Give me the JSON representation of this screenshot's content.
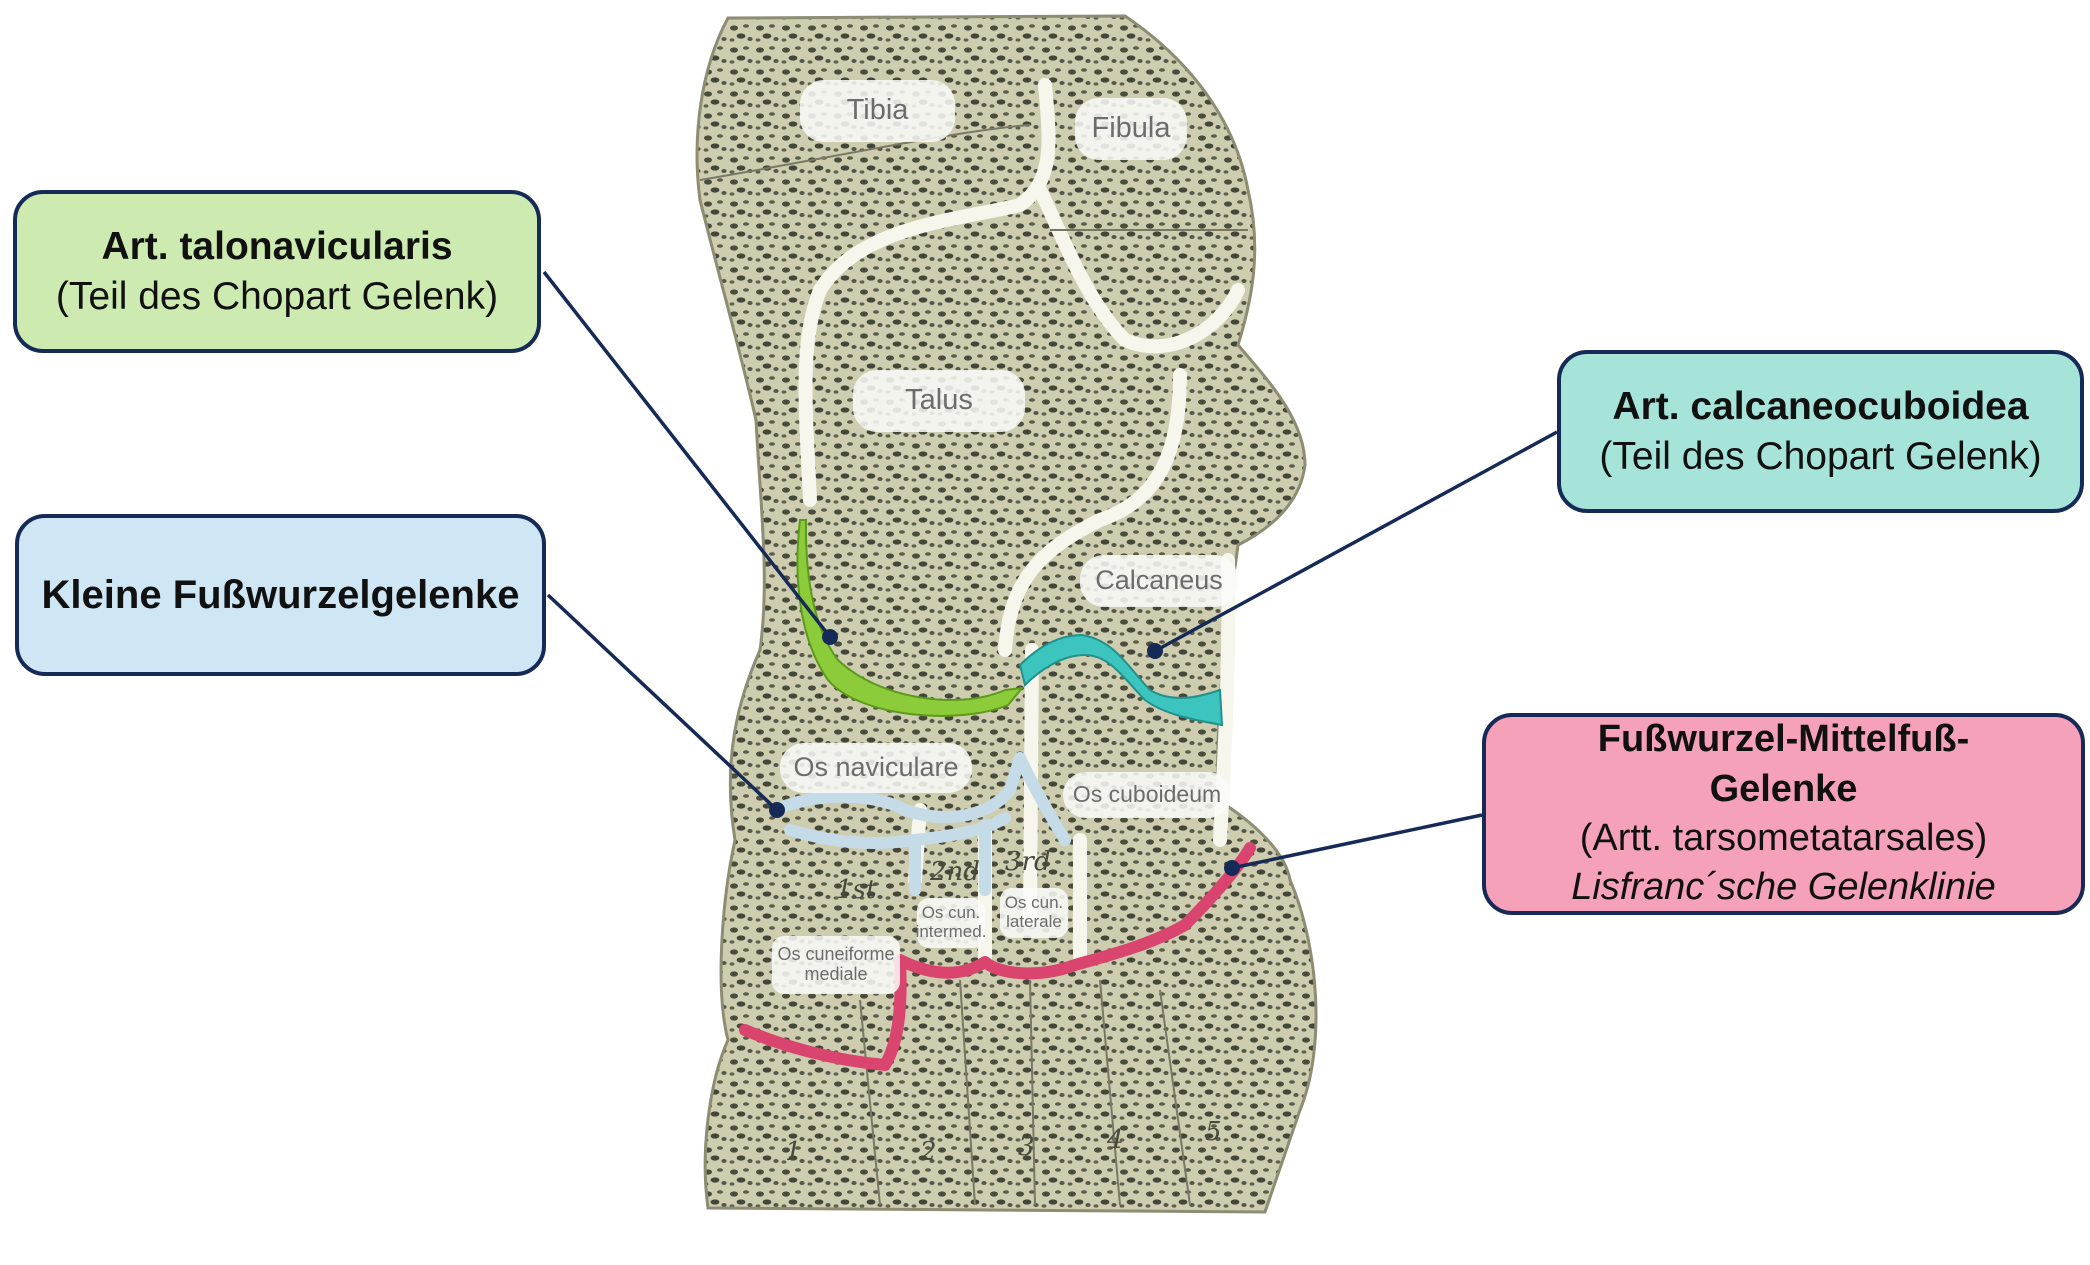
{
  "callouts": {
    "talonavicularis": {
      "title": "Art. talonavicularis",
      "subtitle": "(Teil des Chopart Gelenk)"
    },
    "calcaneocuboidea": {
      "title": "Art. calcaneocuboidea",
      "subtitle": "(Teil des Chopart Gelenk)"
    },
    "kleine": {
      "title": "Kleine Fußwurzelgelenke"
    },
    "lisfranc": {
      "title": "Fußwurzel-Mittelfuß-Gelenke",
      "subtitle": "(Artt. tarsometatarsales)",
      "note": "Lisfranc´sche Gelenklinie"
    }
  },
  "bone_labels": {
    "tibia": "Tibia",
    "fibula": "Fibula",
    "talus": "Talus",
    "calcaneus": "Calcaneus",
    "naviculare": "Os naviculare",
    "cuboideum": "Os cuboideum",
    "cun_intermed": "Os cun. intermed.",
    "cun_laterale": "Os cun. laterale",
    "cuneiforme_mediale": "Os cuneiforme mediale"
  },
  "illustration_markings": {
    "cuneiform_numbers": [
      "1st",
      "2nd",
      "3rd"
    ],
    "metatarsal_numbers": [
      "1",
      "2",
      "3",
      "4",
      "5"
    ]
  },
  "colors": {
    "border": "#162a57",
    "connector": "#162a57",
    "talonavicular_joint": "#8ccc3a",
    "calcaneocuboid_joint": "#3cc4bf",
    "small_tarsal_joints": "#c5dbe8",
    "tarsometatarsal_joint": "#d9456f",
    "bone": "#cdcbae",
    "bone_texture": "#44473a"
  }
}
